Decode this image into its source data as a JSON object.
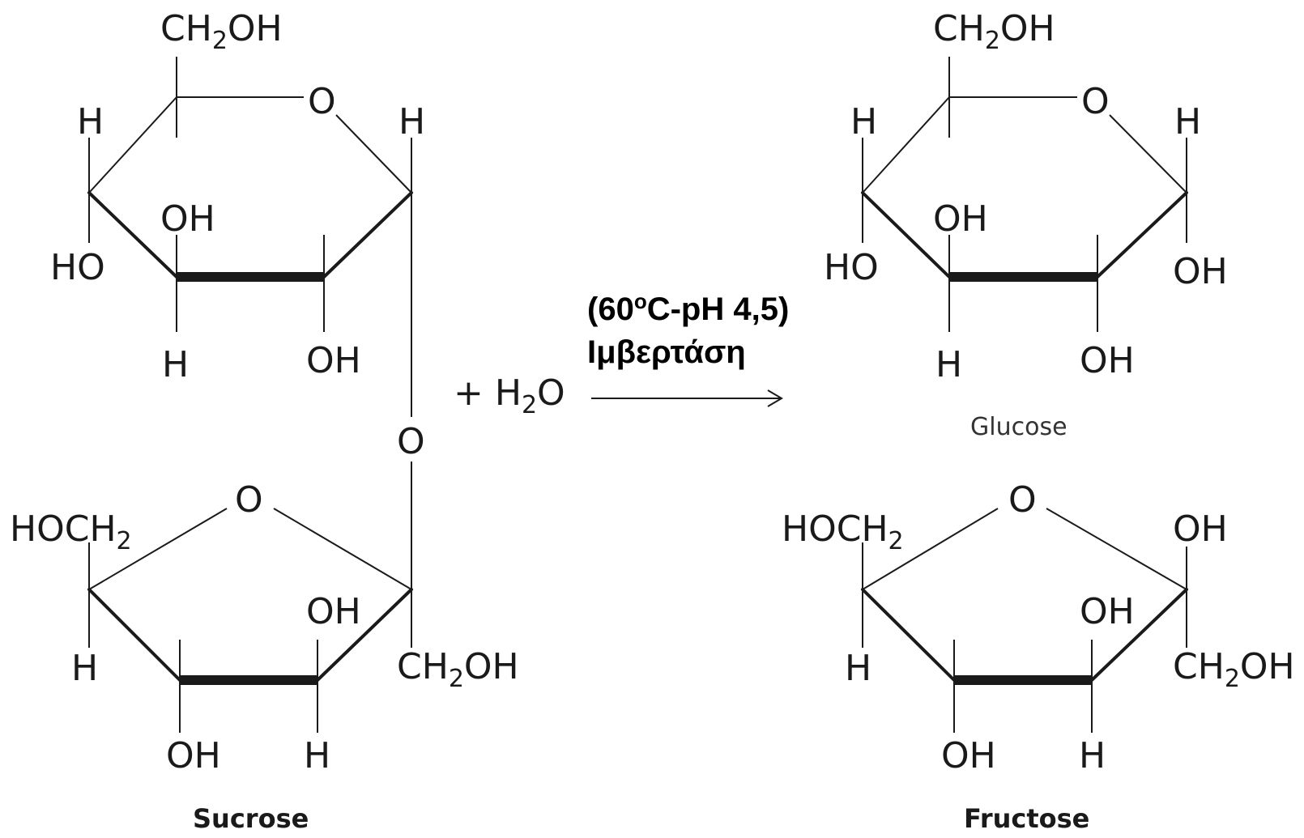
{
  "atoms": {
    "ch2": "CH",
    "sub2": "2",
    "oh": "OH",
    "ho": "HO",
    "h": "H",
    "o": "O",
    "hoch": "HOCH",
    "h2o_plus": "+ H",
    "h2o_o": "O"
  },
  "labels": {
    "sucrose": "Sucrose",
    "glucose": "Glucose",
    "fructose": "Fructose"
  },
  "reaction": {
    "conditions": "(60",
    "degree": "o",
    "conditions_rest": "C-pH 4,5)",
    "enzyme": "Ιμβερτάση"
  },
  "colors": {
    "ink": "#1a1a1a",
    "background": "#ffffff"
  }
}
